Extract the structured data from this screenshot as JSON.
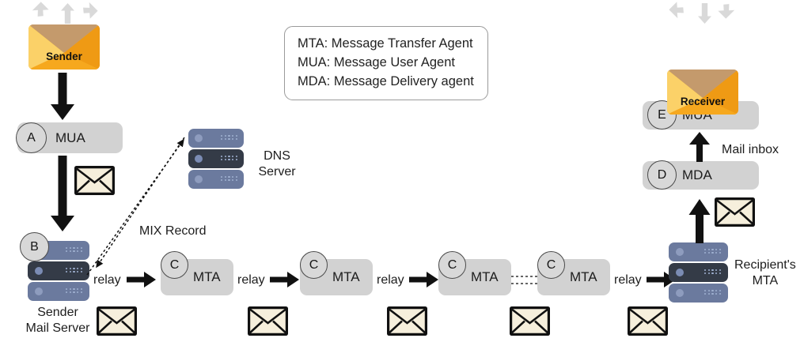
{
  "legend": {
    "lines": [
      "MTA: Message Transfer Agent",
      "MUA: Message User Agent",
      "MDA: Message Delivery agent"
    ]
  },
  "sender": {
    "mail_label": "Sender",
    "mua": {
      "badge": "A",
      "label": "MUA"
    },
    "mail_server": {
      "badge": "B",
      "line1": "Sender",
      "line2": "Mail Server"
    }
  },
  "dns": {
    "line1": "DNS",
    "line2": "Server",
    "record_label": "MIX Record"
  },
  "relay_labels": [
    "relay",
    "relay",
    "relay",
    "relay"
  ],
  "mta_chain": [
    {
      "badge": "C",
      "label": "MTA"
    },
    {
      "badge": "C",
      "label": "MTA"
    },
    {
      "badge": "C",
      "label": "MTA"
    },
    {
      "badge": "C",
      "label": "MTA"
    }
  ],
  "recipient": {
    "mta": {
      "line1": "Recipient's",
      "line2": "MTA"
    },
    "mda": {
      "badge": "D",
      "label": "MDA"
    },
    "mua": {
      "badge": "E",
      "label": "MUA"
    },
    "inbox_label": "Mail inbox",
    "mail_label": "Receiver"
  },
  "icons": {
    "envelope": "envelope-icon",
    "server": "server-rack-icon",
    "arrow_out": "arrows-outward-icon",
    "arrow_in": "arrows-inward-icon"
  },
  "colors": {
    "node_gray": "#d2d2d2",
    "badge_gray": "#d8d8d8",
    "server_blue": "#6b7a9e",
    "server_dark": "#343b47",
    "mail_orange": "#f5a623",
    "mail_yellow": "#fbd168",
    "mail_flap": "#c49a6c",
    "envelope_cream": "#f6efdc",
    "decor_arrow": "#d9d9d9",
    "stroke": "#111111"
  }
}
